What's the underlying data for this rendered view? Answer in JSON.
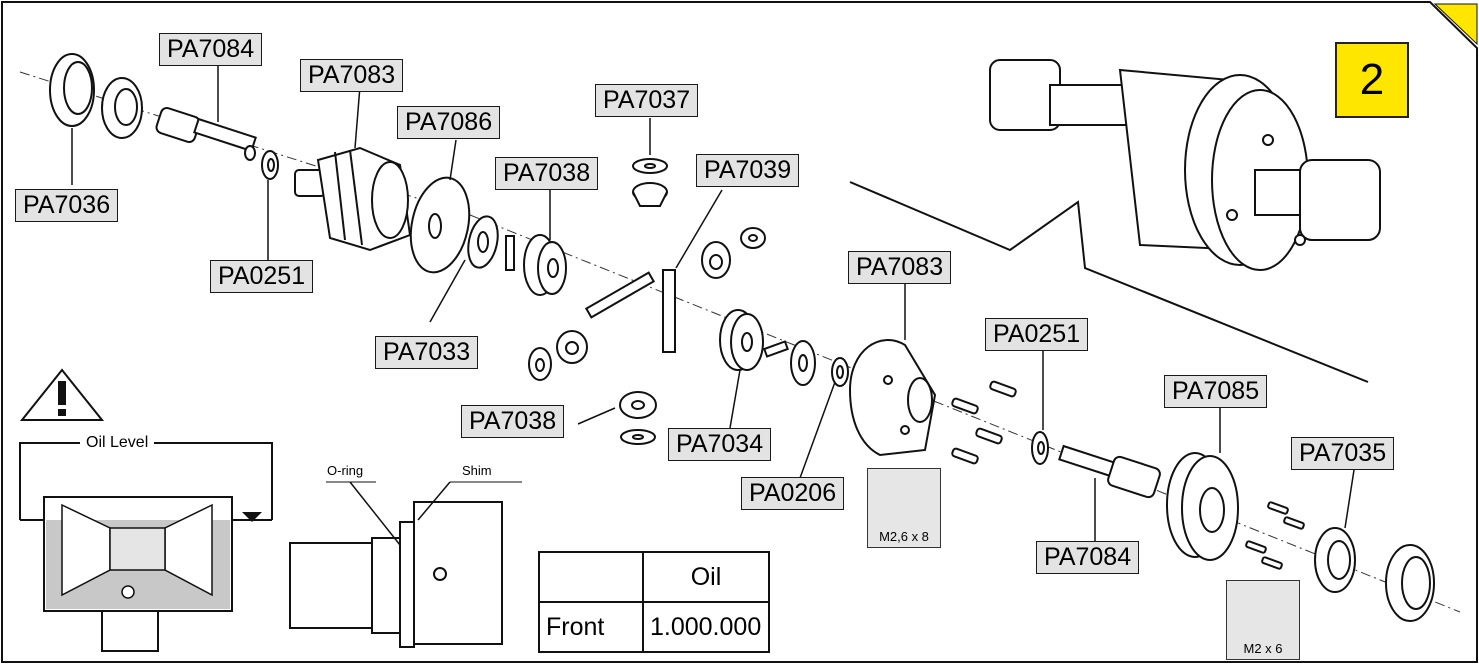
{
  "step_number": "2",
  "part_labels": {
    "pa7084_top": "PA7084",
    "pa7083_top": "PA7083",
    "pa7086": "PA7086",
    "pa7037": "PA7037",
    "pa7038_top": "PA7038",
    "pa7039": "PA7039",
    "pa7036": "PA7036",
    "pa0251_left": "PA0251",
    "pa7033": "PA7033",
    "pa7083_right": "PA7083",
    "pa0251_right": "PA0251",
    "pa7085": "PA7085",
    "pa7035": "PA7035",
    "pa7038_bottom": "PA7038",
    "pa7034": "PA7034",
    "pa0206": "PA0206",
    "pa7084_bottom": "PA7084"
  },
  "screws": {
    "large": "M2,6 x 8",
    "small": "M2 x 6"
  },
  "oil_level_label": "Oil Level",
  "cross_section": {
    "oring_label": "O-ring",
    "shim_label": "Shim"
  },
  "oil_table": {
    "header": "Oil",
    "row_label": "Front",
    "row_value": "1.000.000"
  },
  "colors": {
    "label_fill": "#e3e3e3",
    "step_badge": "#ffe600",
    "line": "#1a1a1a"
  }
}
